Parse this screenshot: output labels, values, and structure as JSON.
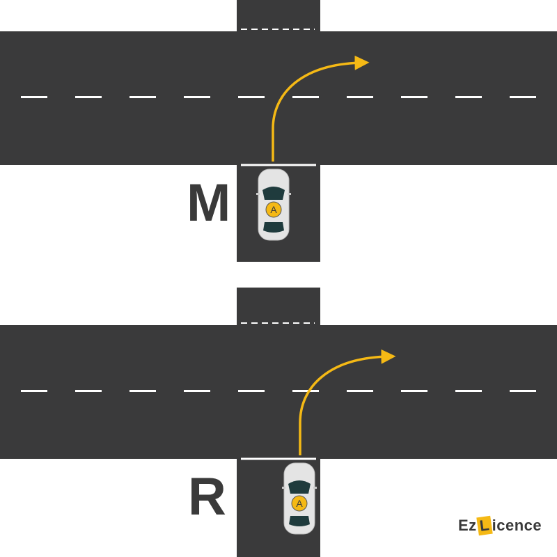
{
  "scenarios": [
    {
      "label": "M",
      "turn": "right",
      "lane_position": "middle"
    },
    {
      "label": "R",
      "turn": "right",
      "lane_position": "right"
    }
  ],
  "car_badge": "A",
  "logo": {
    "prefix": "Ez",
    "highlight": "L",
    "suffix": "icence"
  },
  "colors": {
    "road": "#3a3a3b",
    "arrow": "#f5b915",
    "marking": "#ffffff",
    "label": "#3a3a3a"
  }
}
